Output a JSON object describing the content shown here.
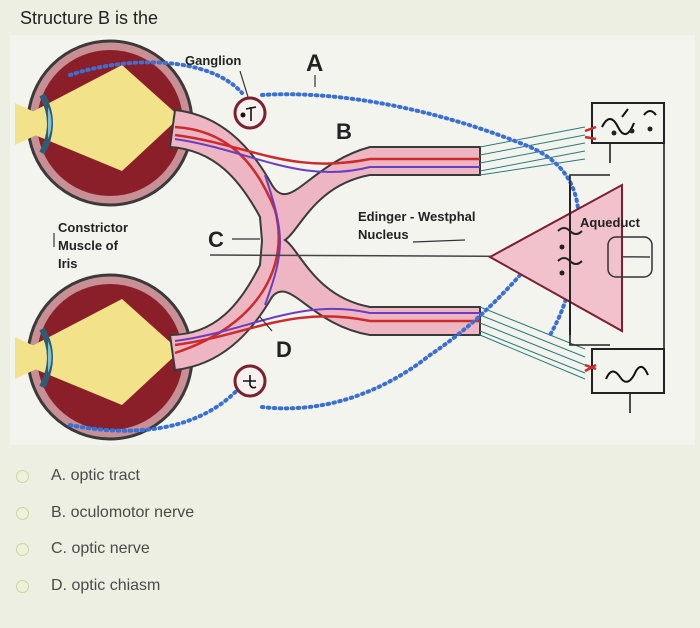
{
  "question": "Structure B is the",
  "figure": {
    "labels": {
      "ganglion": "Ganglion",
      "a": "A",
      "b": "B",
      "c": "C",
      "d": "D",
      "constrictor": [
        "Constrictor",
        "Muscle of",
        "Iris"
      ],
      "edinger": [
        "Edinger - Westphal",
        "Nucleus"
      ],
      "aqueduct": "Aqueduct"
    }
  },
  "options": [
    {
      "letter": "A.",
      "text": "optic tract"
    },
    {
      "letter": "B.",
      "text": "oculomotor nerve"
    },
    {
      "letter": "C.",
      "text": "optic nerve"
    },
    {
      "letter": "D.",
      "text": "optic chiasm"
    }
  ]
}
